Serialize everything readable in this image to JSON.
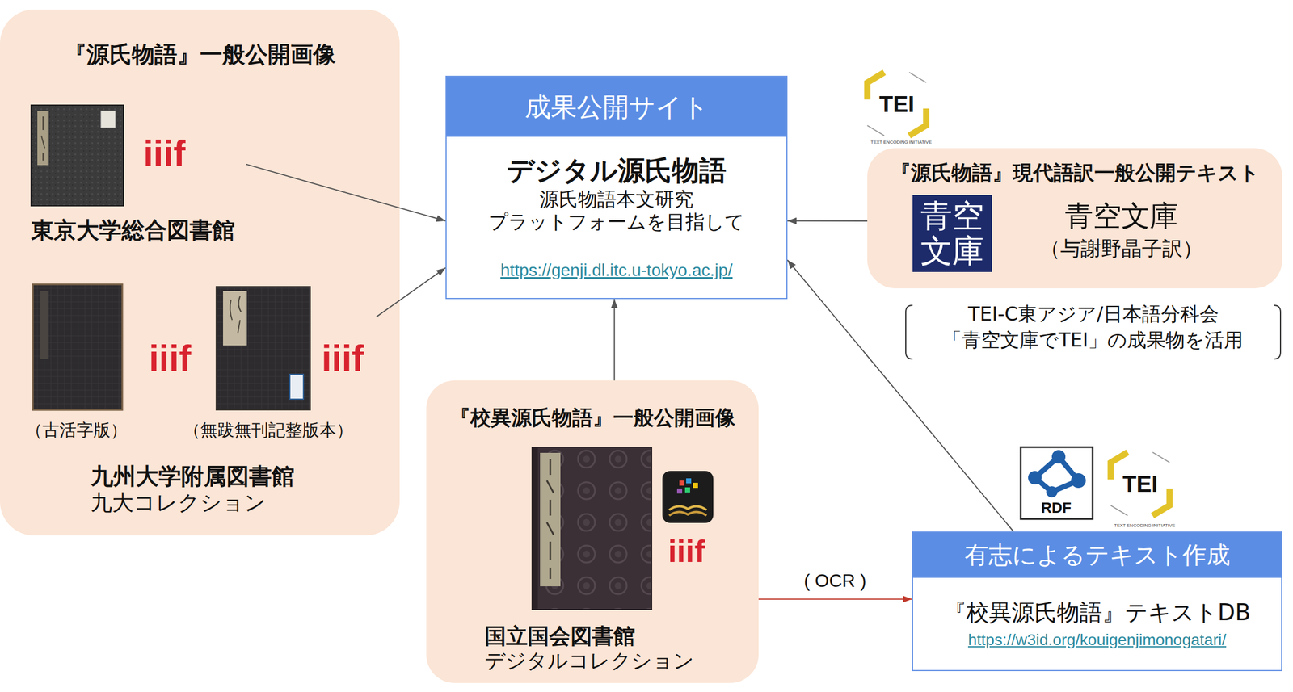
{
  "diagram": {
    "nodes": [
      {
        "text": [
          "『源氏物語』一般公開画像"
        ]
      },
      {
        "text": [
          "東京大学総合図書館"
        ],
        "in": 0
      },
      {
        "text": [
          "（古活字版）",
          "（無跋無刊記整版本）",
          "九州大学附属図書館",
          "九大コレクション"
        ],
        "in": 0
      },
      {
        "text": [
          "成果公開サイト",
          "デジタル源氏物語",
          "源氏物語本文研究 プラットフォームを目指して",
          "https://genji.dl.itc.u-tokyo.ac.jp/"
        ]
      },
      {
        "text": [
          "『源氏物語』現代語訳一般公開テキスト",
          "青空文庫",
          "（与謝野晶子訳）"
        ]
      },
      {
        "text": [
          "青空文庫"
        ],
        "in": 4
      },
      {
        "text": [
          "『校異源氏物語』一般公開画像",
          "国立国会図書館",
          "デジタルコレクション"
        ]
      },
      {
        "text": [
          "有志によるテキスト作成",
          "『校異源氏物語』テキストDB",
          "https://w3id.org/kouigenjimonogatari/"
        ]
      }
    ],
    "edges": [
      {
        "from": 1,
        "to": 3,
        "arrow": "to"
      },
      {
        "from": 2,
        "to": 3,
        "arrow": "to"
      },
      {
        "from": 4,
        "to": 3,
        "arrow": "to"
      },
      {
        "from": 6,
        "to": 3,
        "arrow": "to"
      },
      {
        "from": 7,
        "to": 3,
        "arrow": "to"
      },
      {
        "from": 6,
        "to": 7,
        "label": "( OCR )",
        "arrow": "to"
      }
    ],
    "labels": [
      "iiif",
      "iiif",
      "iiif",
      "TEI",
      "TEXT ENCODING INITIATIVE",
      "TEI-C東アジア/日本語分科会",
      "「青空文庫でTEI」の成果物を活用",
      "iiif",
      "RDF",
      "TEI",
      "TEXT ENCODING INITIATIVE"
    ]
  }
}
